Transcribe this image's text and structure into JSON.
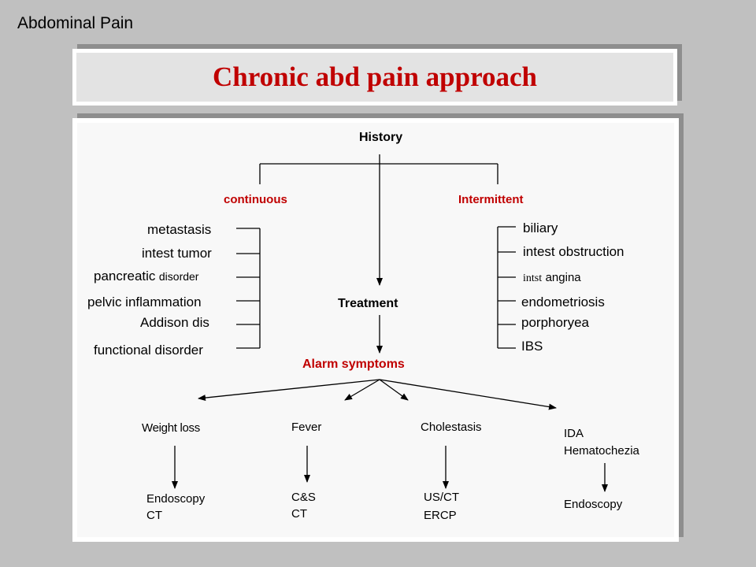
{
  "header": {
    "corner_title": "Abdominal Pain"
  },
  "title": "Chronic abd pain approach",
  "diagram": {
    "root": "History",
    "continuous": {
      "label": "continuous",
      "items": [
        "metastasis",
        "intest tumor",
        "pancreatic",
        "disorder",
        "pelvic inflammation",
        "Addison dis",
        "functional disorder"
      ]
    },
    "intermittent": {
      "label": "Intermittent",
      "items": [
        "biliary",
        "intest obstruction",
        "intst",
        "angina",
        "endometriosis",
        "porphoryea",
        "IBS"
      ]
    },
    "treatment": "Treatment",
    "alarm": "Alarm symptoms",
    "symptoms": [
      {
        "name": "Weight loss",
        "workup": [
          "Endoscopy",
          "CT"
        ]
      },
      {
        "name": "Fever",
        "workup": [
          "C&S",
          "CT"
        ]
      },
      {
        "name": "Cholestasis",
        "workup": [
          "US/CT",
          "ERCP"
        ]
      },
      {
        "name": "IDA",
        "name2": "Hematochezia",
        "workup": [
          "Endoscopy"
        ]
      }
    ]
  }
}
